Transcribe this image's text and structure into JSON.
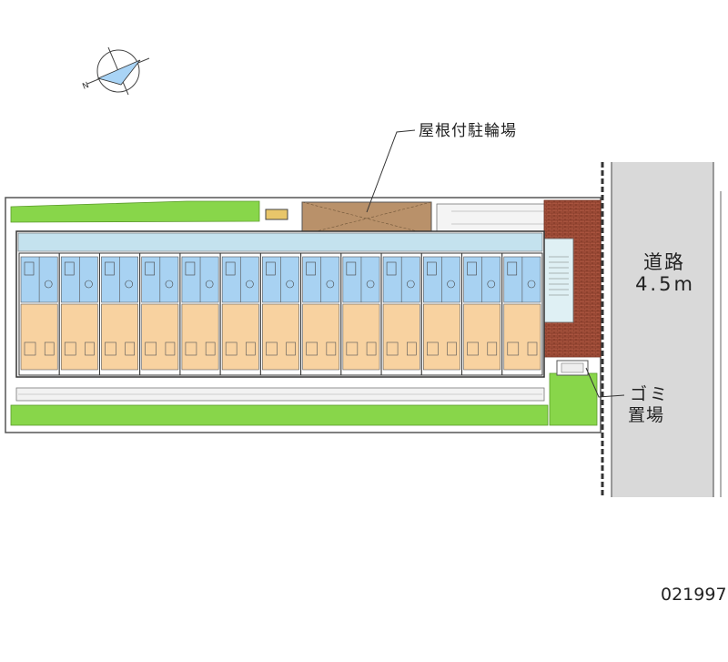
{
  "compass": {
    "label": "N",
    "icon": "north-arrow-icon"
  },
  "labels": {
    "covered_bicycle_parking": "屋根付駐輪場",
    "road_name": "道路",
    "road_width": "4.5m",
    "garbage_line1": "ゴミ",
    "garbage_line2": "置場",
    "property_code": "021997"
  },
  "building": {
    "unit_count": 13
  },
  "colors": {
    "lawn": "#88d64a",
    "room_floor": "#f8d2a0",
    "wet_area": "#a8d2f2",
    "corridor": "#c4e2ee",
    "brick_paving": "#a8533e",
    "road": "#d9d9d9",
    "bicycle_roof": "#b9916a",
    "storage": "#e8c66a"
  }
}
